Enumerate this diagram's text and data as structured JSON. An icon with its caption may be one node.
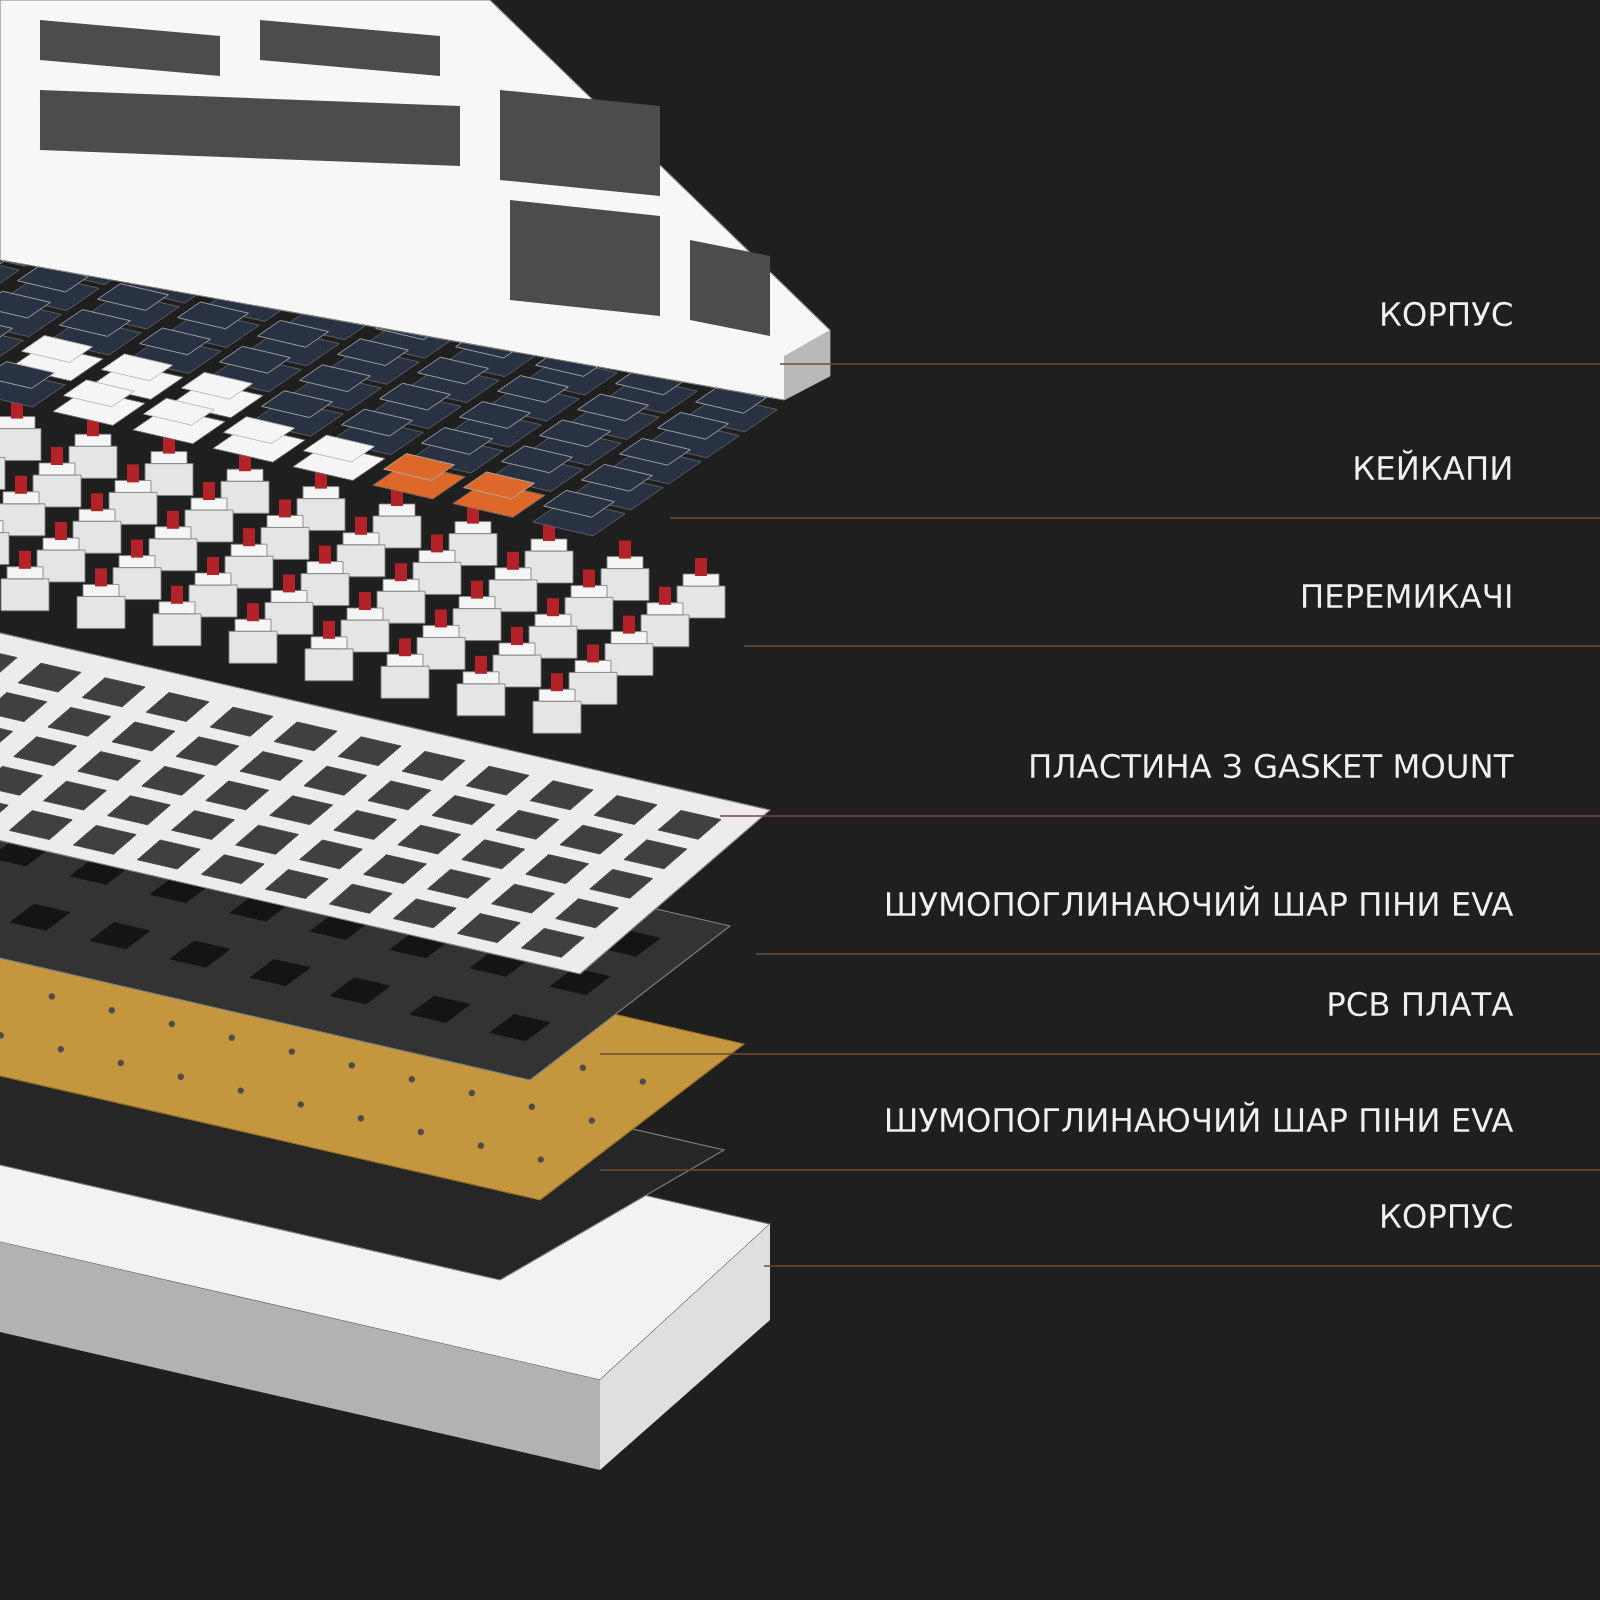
{
  "diagram": {
    "nodes": [
      {
        "text": [
          "КОРПУС"
        ]
      },
      {
        "text": [
          "КЕЙКАПИ"
        ]
      },
      {
        "text": [
          "ПЕРЕМИКАЧІ"
        ]
      },
      {
        "text": [
          "ПЛАСТИНА З GASKET MOUNT"
        ]
      },
      {
        "text": [
          "ШУМОПОГЛИНАЮЧИЙ ШАР ПІНИ EVA"
        ]
      },
      {
        "text": [
          "PCB ПЛАТА"
        ]
      },
      {
        "text": [
          "ШУМОПОГЛИНАЮЧИЙ ШАР ПІНИ EVA"
        ]
      },
      {
        "text": [
          "КОРПУС"
        ]
      }
    ],
    "edges": [
      {
        "from": 0,
        "to": null,
        "arrow": "none"
      },
      {
        "from": 1,
        "to": null,
        "arrow": "none"
      },
      {
        "from": 2,
        "to": null,
        "arrow": "none"
      },
      {
        "from": 3,
        "to": null,
        "arrow": "none"
      },
      {
        "from": 4,
        "to": null,
        "arrow": "none"
      },
      {
        "from": 5,
        "to": null,
        "arrow": "none"
      },
      {
        "from": 6,
        "to": null,
        "arrow": "none"
      },
      {
        "from": 7,
        "to": null,
        "arrow": "none"
      }
    ]
  }
}
